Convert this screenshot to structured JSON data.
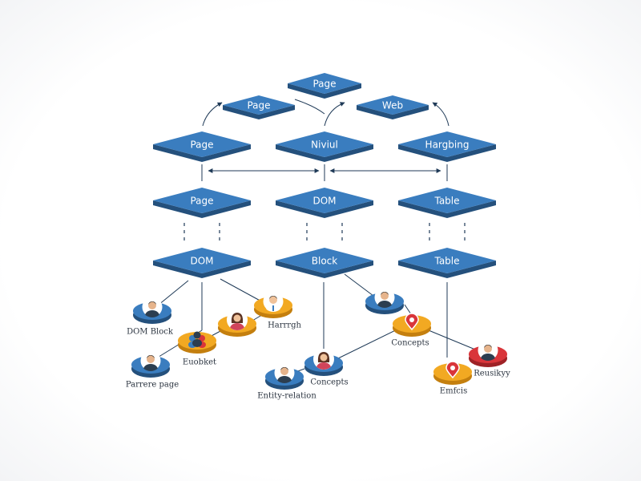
{
  "colors": {
    "node_top": "#3a7dbf",
    "node_side": "#24507c",
    "edge": "#1f3a57",
    "disc_blue": "#3a7dbf",
    "disc_orange": "#f2a922",
    "disc_red": "#d9353a"
  },
  "nodes": [
    {
      "id": "n1",
      "label": "Page"
    },
    {
      "id": "n2",
      "label": "Page"
    },
    {
      "id": "n3",
      "label": "Web"
    },
    {
      "id": "n4",
      "label": "Page"
    },
    {
      "id": "n5",
      "label": "Niviul"
    },
    {
      "id": "n6",
      "label": "Hargbing"
    },
    {
      "id": "n7",
      "label": "Page"
    },
    {
      "id": "n8",
      "label": "DOM"
    },
    {
      "id": "n9",
      "label": "Table"
    },
    {
      "id": "n10",
      "label": "DOM"
    },
    {
      "id": "n11",
      "label": "Block"
    },
    {
      "id": "n12",
      "label": "Table"
    }
  ],
  "people": [
    {
      "id": "p1",
      "label": "DOM Block",
      "color": "disc_blue",
      "icon": "person-man-icon"
    },
    {
      "id": "p2",
      "label": "Parrere page",
      "color": "disc_blue",
      "icon": "person-man-icon"
    },
    {
      "id": "p3",
      "label": "Euobket",
      "color": "disc_orange",
      "icon": "people-group-icon"
    },
    {
      "id": "p4",
      "label": "",
      "color": "disc_orange",
      "icon": "person-woman-icon"
    },
    {
      "id": "p5",
      "label": "Harrrgh",
      "color": "disc_orange",
      "icon": "person-doctor-icon"
    },
    {
      "id": "p6",
      "label": "Entity-relation",
      "color": "disc_blue",
      "icon": "person-man-icon"
    },
    {
      "id": "p7",
      "label": "Concepts",
      "color": "disc_blue",
      "icon": "person-woman-icon"
    },
    {
      "id": "p8",
      "label": "",
      "color": "disc_blue",
      "icon": "person-man-icon"
    },
    {
      "id": "p9",
      "label": "Concepts",
      "color": "disc_orange",
      "icon": "map-pin-icon"
    },
    {
      "id": "p10",
      "label": "Emfcis",
      "color": "disc_orange",
      "icon": "map-pin-icon"
    },
    {
      "id": "p11",
      "label": "Reusikyy",
      "color": "disc_red",
      "icon": "person-man-icon"
    }
  ]
}
